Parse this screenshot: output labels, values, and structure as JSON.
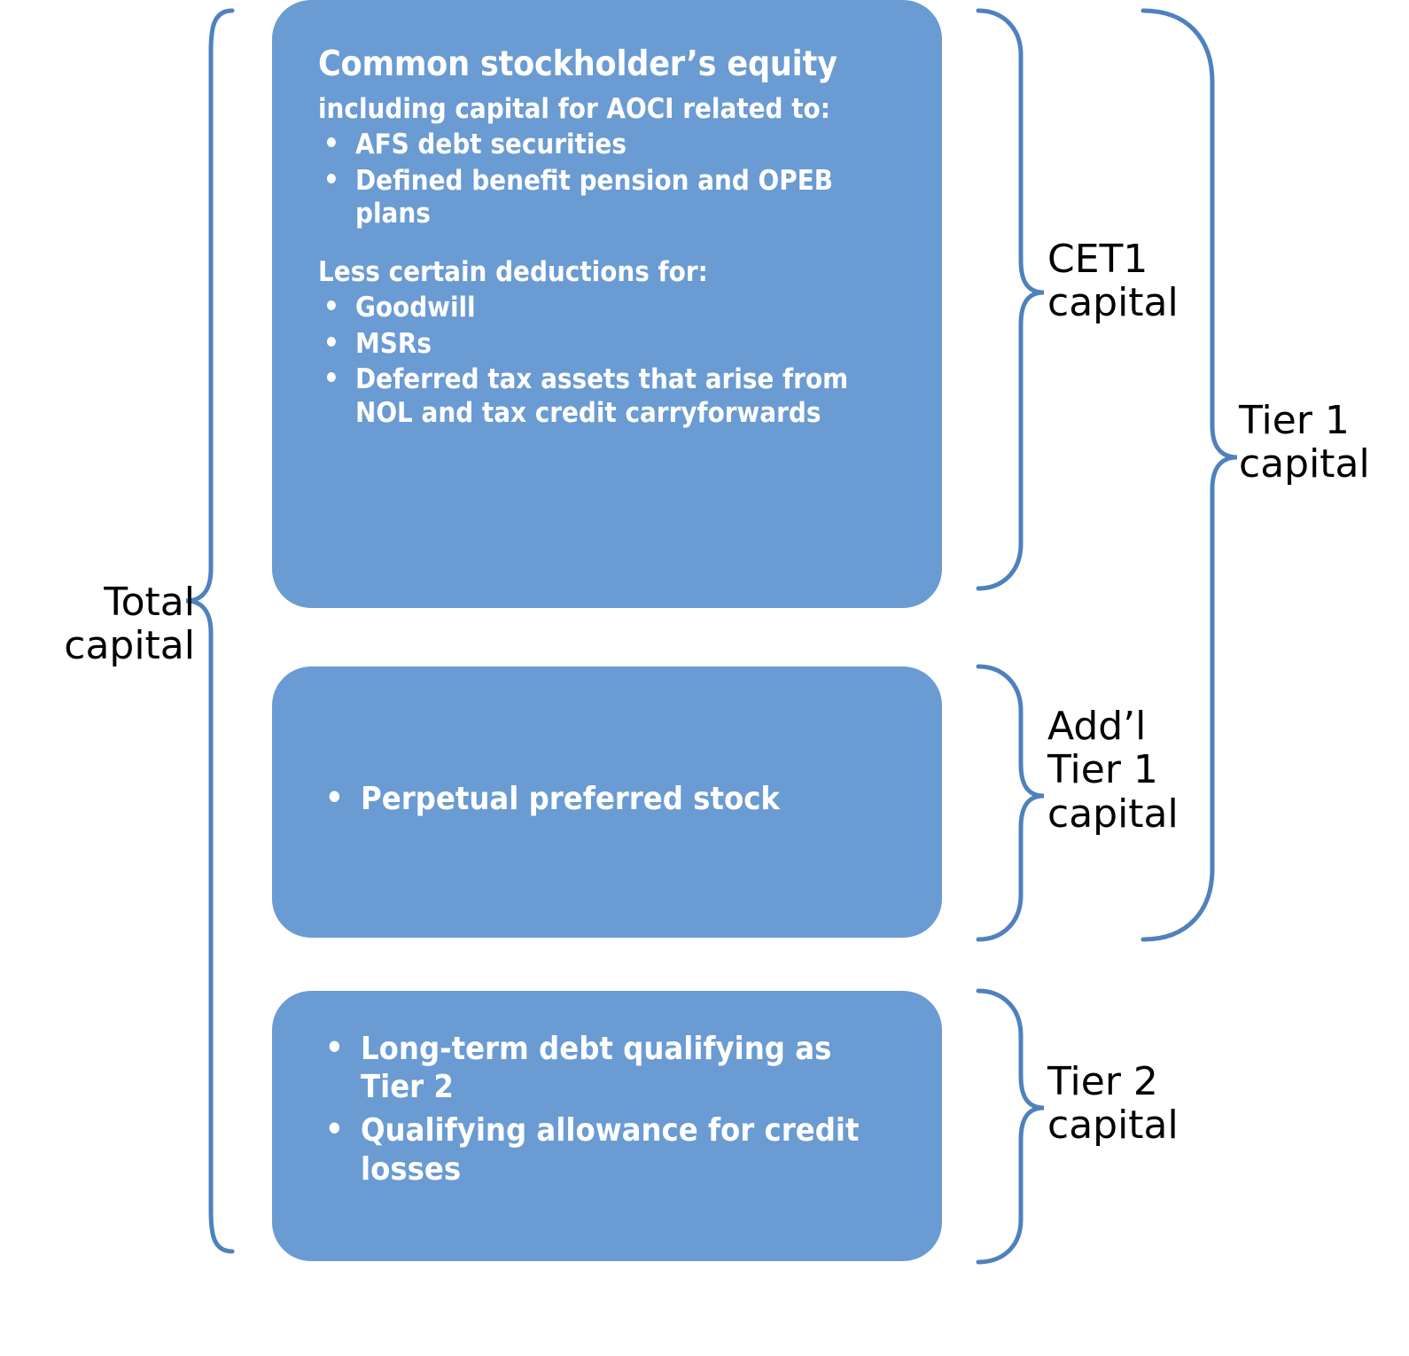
{
  "diagram": {
    "title_semantics": "bank-regulatory-capital-structure",
    "accent_blue": "#6a9bd2",
    "brace_stroke": "#4f81bd",
    "text_on_blue": "#ffffff",
    "label_color": "#000000"
  },
  "boxes": {
    "cet1": {
      "name": "common-stockholders-equity-box",
      "title": "Common stockholder’s equity",
      "subhead_1": "including capital for AOCI related to:",
      "bullets_1": [
        "AFS debt securities",
        "Defined benefit pension and OPEB plans"
      ],
      "subhead_2": "Less certain deductions for:",
      "bullets_2": [
        "Goodwill",
        "MSRs",
        "Deferred tax assets that arise from NOL and tax credit carryforwards"
      ]
    },
    "additional_tier1": {
      "name": "additional-tier1-box",
      "bullets": [
        "Perpetual preferred stock"
      ]
    },
    "tier2": {
      "name": "tier2-box",
      "bullets": [
        "Long-term debt qualifying as Tier 2",
        "Qualifying allowance for credit losses"
      ]
    }
  },
  "labels": {
    "total_capital": "Total\ncapital",
    "cet1_capital": "CET1\ncapital",
    "addl_tier1_capital": "Add’l\nTier 1\ncapital",
    "tier1_capital": "Tier 1\ncapital",
    "tier2_capital": "Tier 2\ncapital"
  },
  "braces": {
    "total": "left-brace-total-capital",
    "cet1": "right-brace-cet1",
    "addl_tier1": "right-brace-addl-tier1",
    "tier1": "right-brace-tier1",
    "tier2": "right-brace-tier2"
  }
}
